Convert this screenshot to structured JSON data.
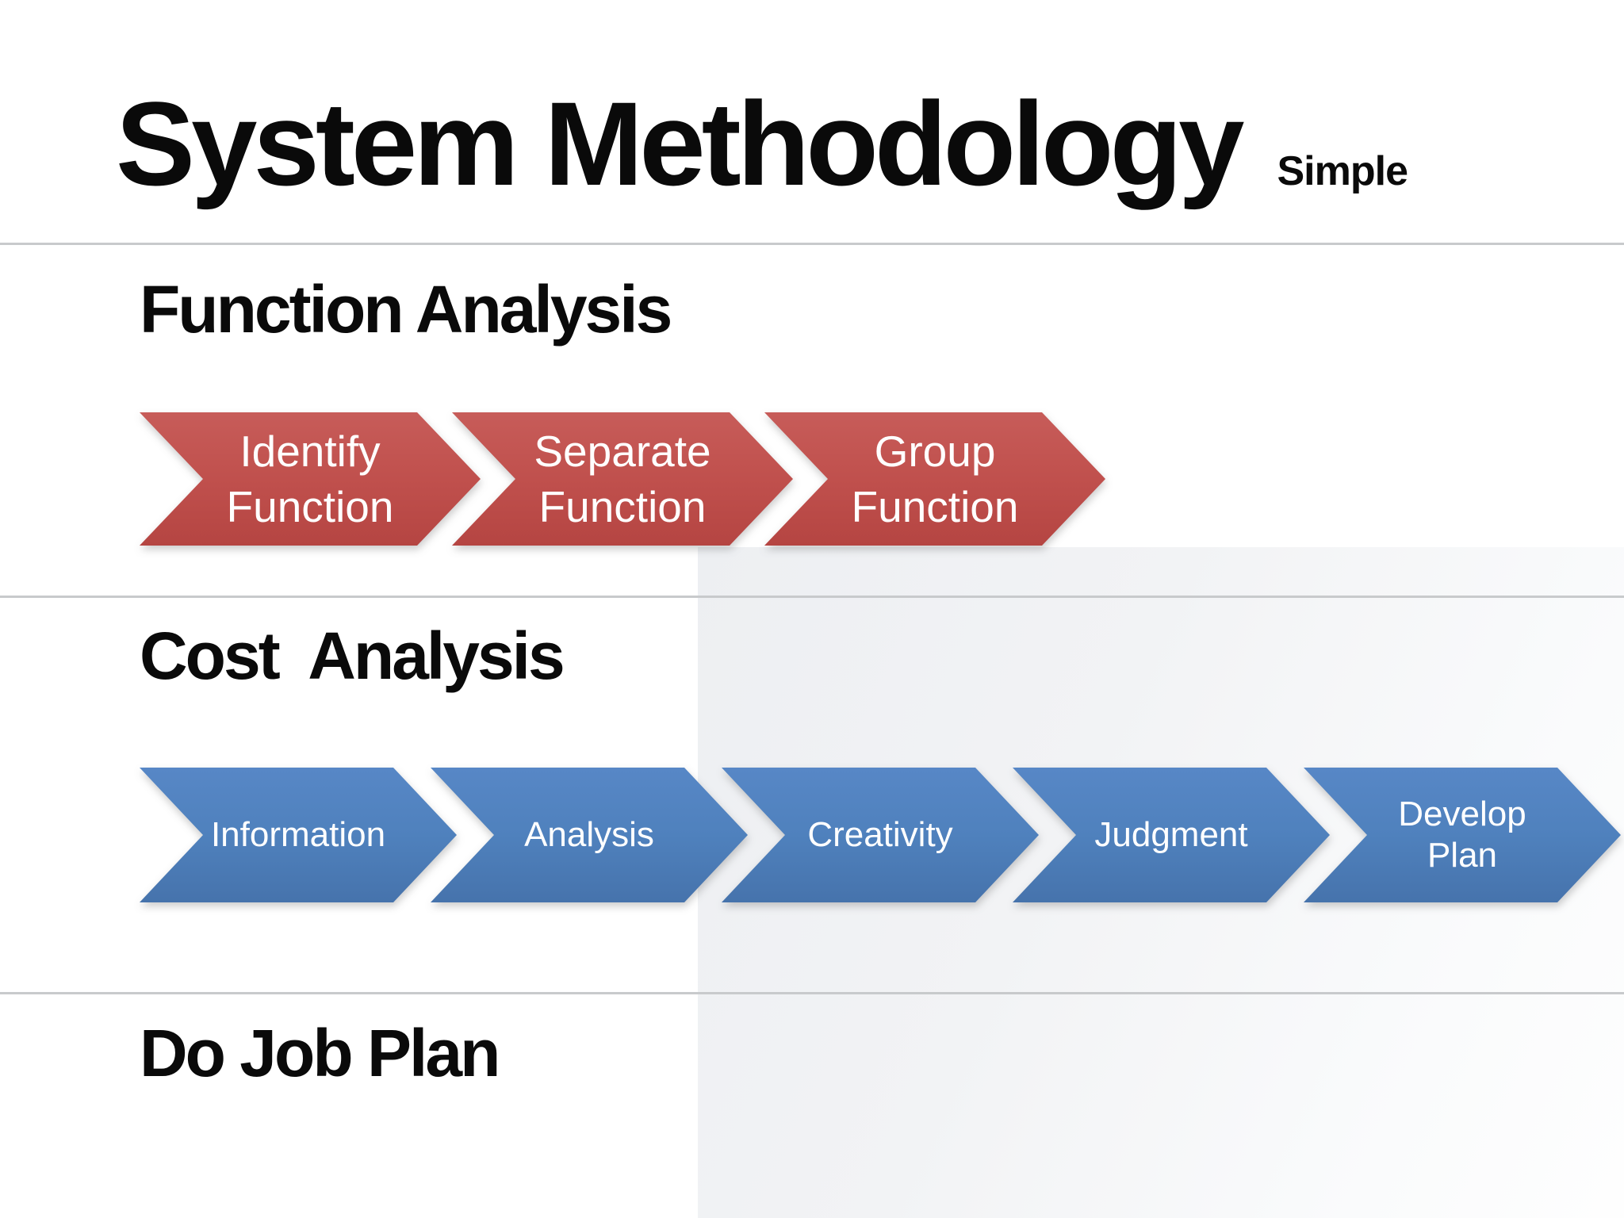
{
  "slide": {
    "title": "System Methodology",
    "subtitle": "Simple",
    "colors": {
      "background": "#ffffff",
      "shaded_region": "#f0f1f3",
      "divider": "#c8cacc",
      "heading_text": "#0a0a0a",
      "red_chevron": "#c0504d",
      "blue_chevron": "#4f81bd",
      "chevron_text": "#ffffff"
    },
    "sections": [
      {
        "heading": "Function Analysis",
        "arrows": [
          {
            "lines": [
              "Identify",
              "Function"
            ]
          },
          {
            "lines": [
              "Separate",
              "Function"
            ]
          },
          {
            "lines": [
              "Group",
              "Function"
            ]
          }
        ]
      },
      {
        "heading": "Cost  Analysis",
        "arrows": [
          {
            "lines": [
              "Information"
            ]
          },
          {
            "lines": [
              "Analysis"
            ]
          },
          {
            "lines": [
              "Creativity"
            ]
          },
          {
            "lines": [
              "Judgment"
            ]
          },
          {
            "lines": [
              "Develop",
              "Plan"
            ]
          }
        ]
      },
      {
        "heading": "Do Job Plan",
        "arrows": []
      }
    ]
  }
}
